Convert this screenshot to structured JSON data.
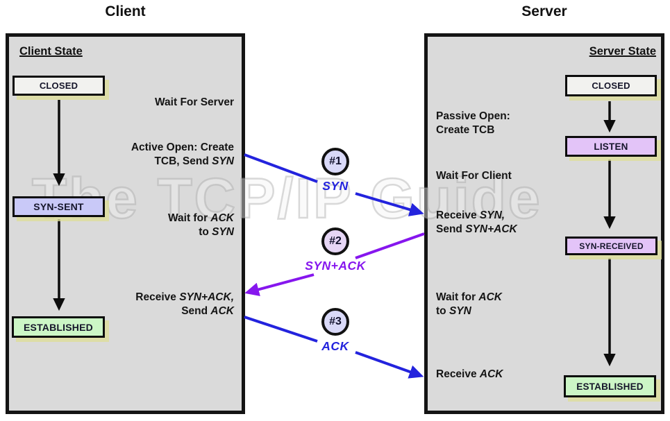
{
  "watermark": "The TCP/IP Guide",
  "client": {
    "title": "Client",
    "state_header": "Client State",
    "states": {
      "closed": "CLOSED",
      "syn_sent": "SYN-SENT",
      "established": "ESTABLISHED"
    },
    "annotations": {
      "wait_server": "Wait For Server",
      "active_open": {
        "l1": "Active Open: Create",
        "l2a": "TCB, Send ",
        "l2b": "SYN"
      },
      "wait_ack": {
        "l1a": "Wait for ",
        "l1b": "ACK",
        "l2a": "to ",
        "l2b": "SYN"
      },
      "recv_synack": {
        "l1a": "Receive ",
        "l1b": "SYN+ACK,",
        "l2a": "Send ",
        "l2b": "ACK"
      }
    }
  },
  "server": {
    "title": "Server",
    "state_header": "Server State",
    "states": {
      "closed": "CLOSED",
      "listen": "LISTEN",
      "syn_received": "SYN-RECEIVED",
      "established": "ESTABLISHED"
    },
    "annotations": {
      "passive_open": {
        "l1": "Passive Open:",
        "l2": "Create TCB"
      },
      "wait_client": "Wait For Client",
      "recv_syn": {
        "l1a": "Receive ",
        "l1b": "SYN,",
        "l2a": "Send ",
        "l2b": "SYN+ACK"
      },
      "wait_ack": {
        "l1a": "Wait for ",
        "l1b": "ACK",
        "l2a": "to ",
        "l2b": "SYN"
      },
      "recv_ack": {
        "a": "Receive ",
        "b": "ACK"
      }
    }
  },
  "messages": [
    {
      "badge": "#1",
      "label": "SYN",
      "direction": "client-to-server",
      "color": "#2323dd"
    },
    {
      "badge": "#2",
      "label": "SYN+ACK",
      "direction": "server-to-client",
      "color": "#8616ee"
    },
    {
      "badge": "#3",
      "label": "ACK",
      "direction": "client-to-server",
      "color": "#2323dd"
    }
  ],
  "colors": {
    "panel_fill": "#dadada",
    "panel_border": "#141414",
    "blue_arrow": "#2323dd",
    "purple_arrow": "#8616ee",
    "closed_fill": "#f2f2ef",
    "syn_sent_fill": "#c9c9f8",
    "listen_fill": "#e3c4f8",
    "established_fill": "#ccf6c6",
    "shadow": "#dede98"
  }
}
